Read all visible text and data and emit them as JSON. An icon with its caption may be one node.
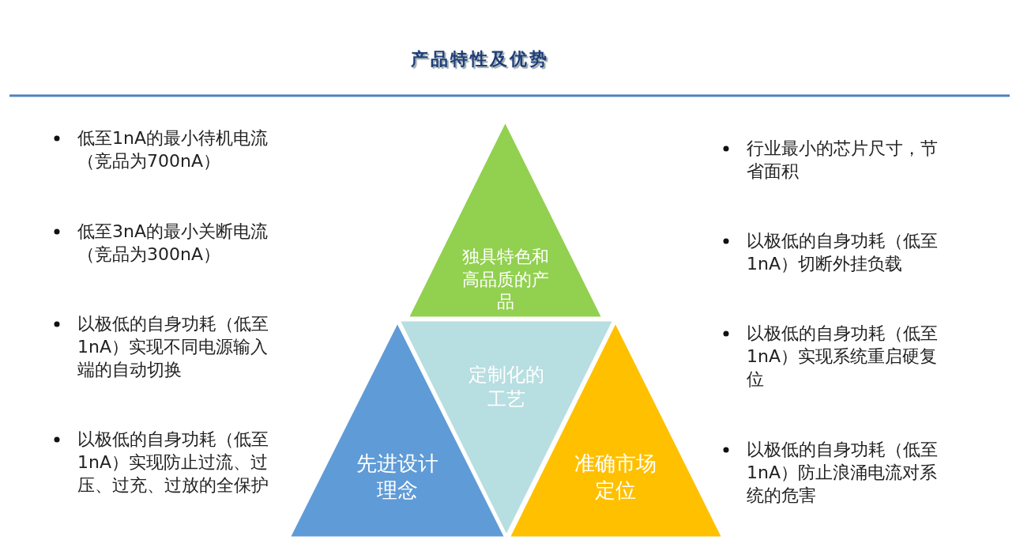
{
  "diagram": {
    "title": "产品特性及优势",
    "nodes": [
      {
        "text": [
          "独具特色和高品质的产品"
        ]
      },
      {
        "text": [
          "定制化的工艺"
        ]
      },
      {
        "text": [
          "先进设计理念"
        ]
      },
      {
        "text": [
          "准确市场定位"
        ]
      }
    ],
    "labels": [
      "低至1nA的最小待机电流（竞品为700nA）",
      "低至3nA的最小关断电流（竞品为300nA）",
      "以极低的自身功耗（低至1nA）实现不同电源输入端的自动切换",
      "以极低的自身功耗（低至1nA）实现防止过流、过压、过充、过放的全保护",
      "行业最小的芯片尺寸，节省面积",
      "以极低的自身功耗（低至1nA）切断外挂负载",
      "以极低的自身功耗（低至1nA）实现系统重启硬复位",
      "以极低的自身功耗（低至1nA）防止浪涌电流对系统的危害"
    ]
  }
}
